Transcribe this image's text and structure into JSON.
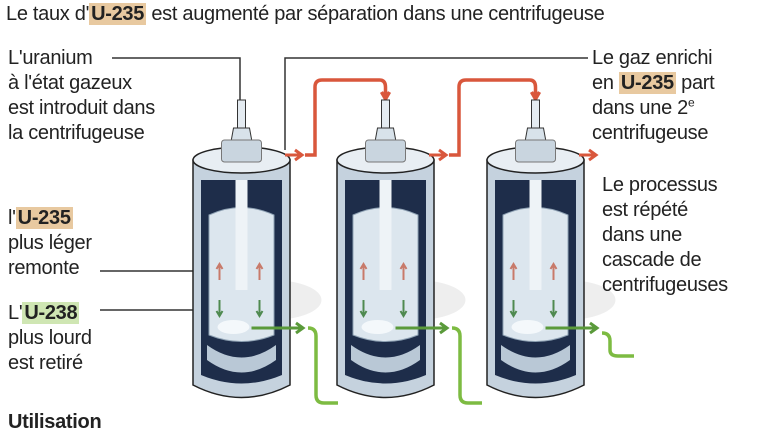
{
  "title": {
    "prefix": "Le taux d'",
    "highlight": "U-235",
    "suffix": " est augmenté par séparation dans une centrifugeuse"
  },
  "labels": {
    "uranium_intake": [
      "L'uranium",
      "à l'état gazeux",
      "est introduit dans",
      "la centrifugeuse"
    ],
    "enriched_gas": {
      "line1": "Le gaz enrichi",
      "line2_prefix": "en ",
      "line2_highlight": "U-235",
      "line2_suffix": " part",
      "line3": "dans une 2",
      "line3_sup": "e",
      "line4": "centrifugeuse"
    },
    "process": [
      "Le processus",
      "est répété",
      "dans une",
      "cascade de",
      "centrifugeuses"
    ],
    "u235": {
      "prefix": "l'",
      "highlight": "U-235",
      "line2": "plus léger",
      "line3": "remonte"
    },
    "u238": {
      "prefix": "L'",
      "highlight": "U-238",
      "line2": "plus lourd",
      "line3": "est retiré"
    }
  },
  "section_heading": "Utilisation",
  "colors": {
    "u235": "#e8c9a0",
    "u238": "#cfe6b3",
    "red_flow": "#d9573c",
    "green_flow": "#7dbb42",
    "dark_steel": "#1e2d4a",
    "light_steel": "#cdd8e2"
  }
}
